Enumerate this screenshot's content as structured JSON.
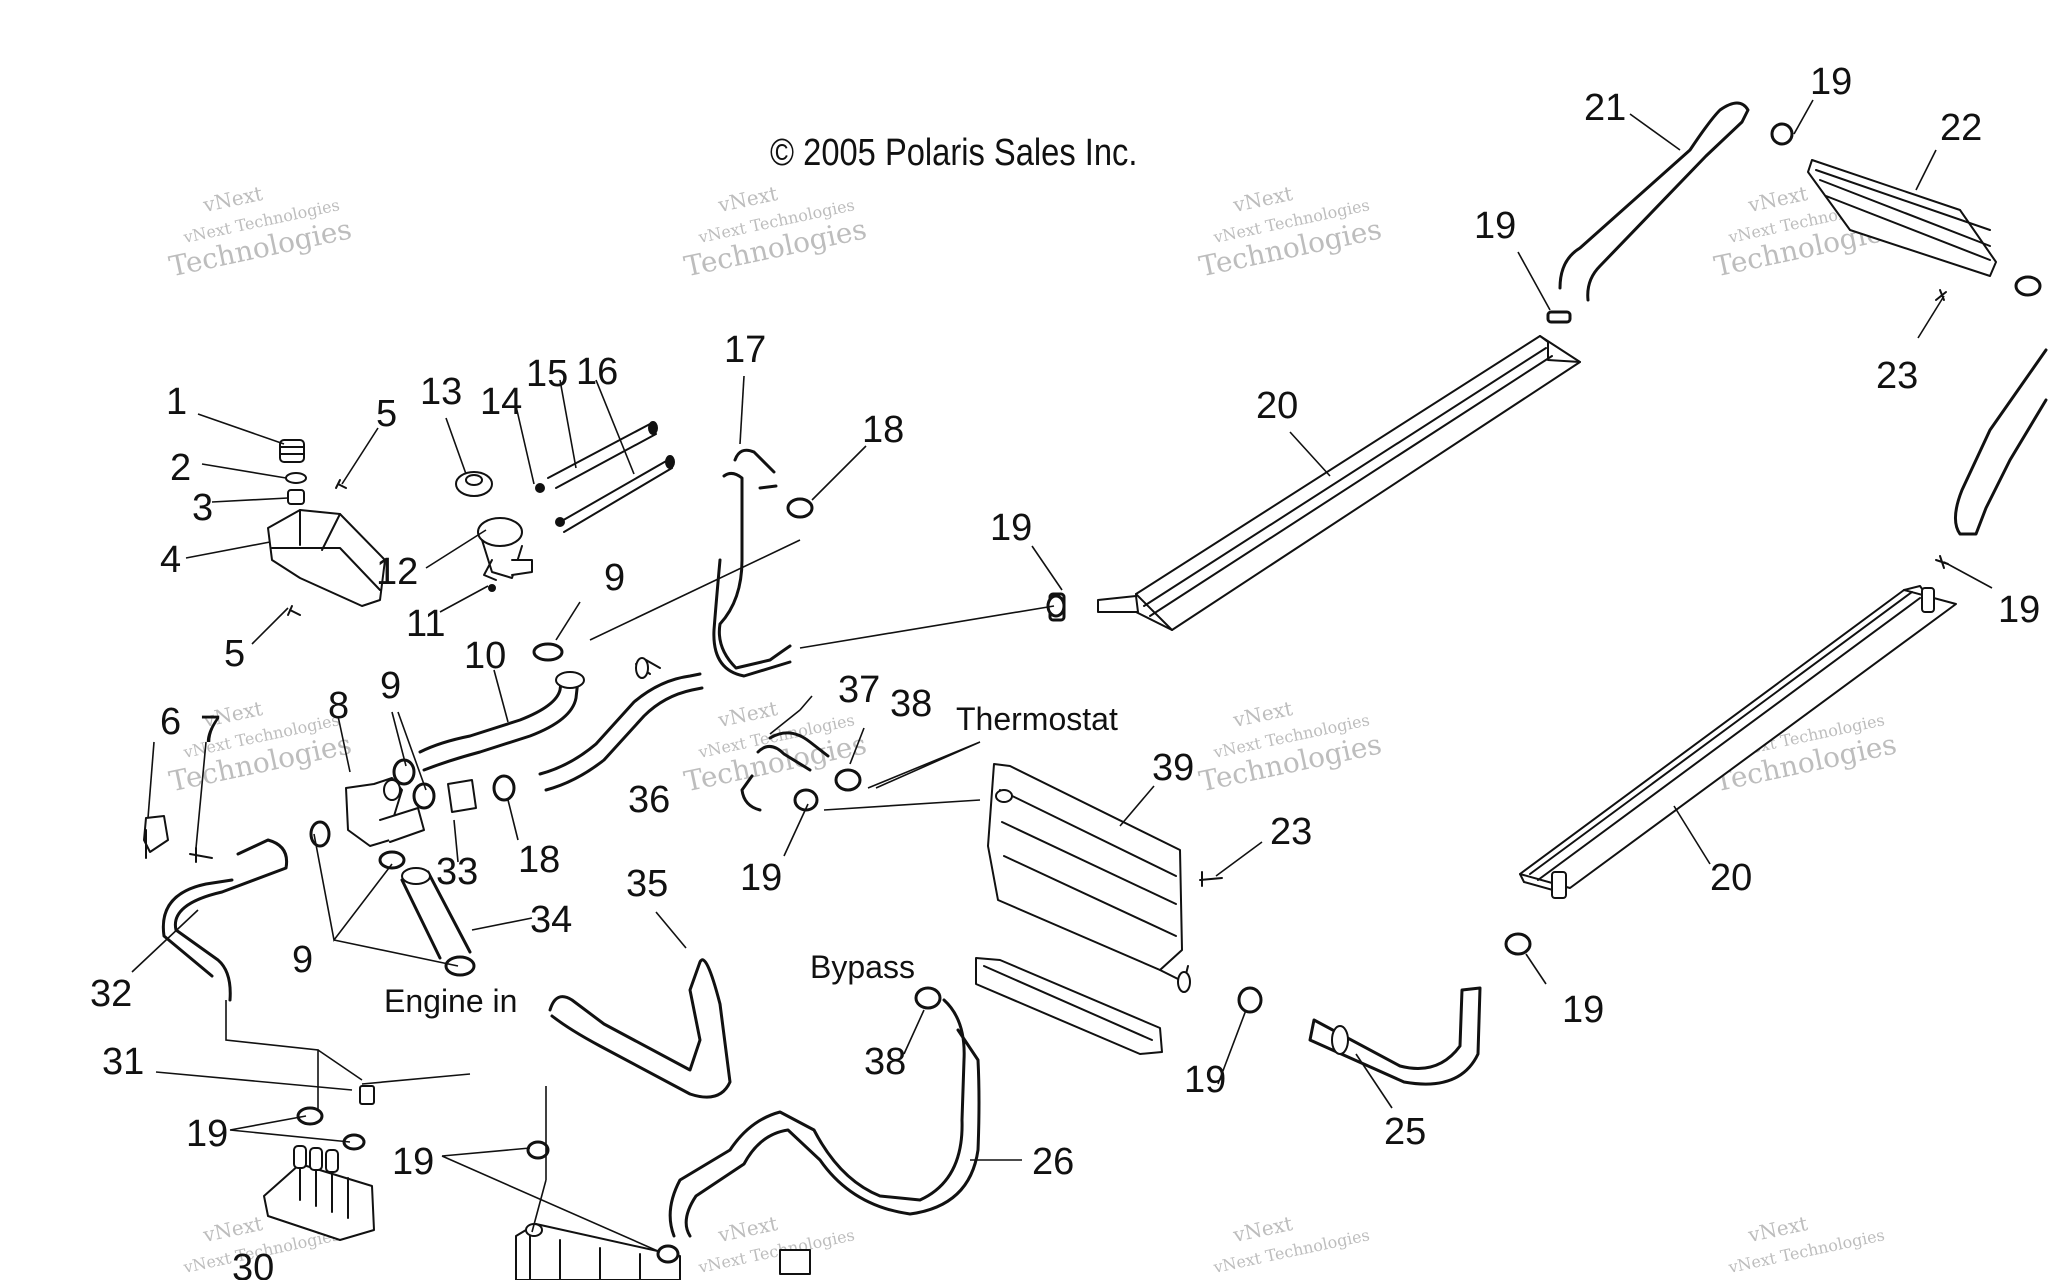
{
  "copyright": "© 2005 Polaris Sales Inc.",
  "watermark": {
    "line1": "vNext Technologies",
    "line2": "vNext",
    "line3": "Technologies"
  },
  "labels": {
    "thermostat": "Thermostat",
    "bypass": "Bypass",
    "engine_in": "Engine in"
  },
  "callouts": {
    "n1": "1",
    "n2": "2",
    "n3": "3",
    "n4": "4",
    "n5": "5",
    "n6": "6",
    "n7": "7",
    "n8": "8",
    "n9": "9",
    "n10": "10",
    "n11": "11",
    "n12": "12",
    "n13": "13",
    "n14": "14",
    "n15": "15",
    "n16": "16",
    "n17": "17",
    "n18": "18",
    "n19": "19",
    "n20": "20",
    "n21": "21",
    "n22": "22",
    "n23": "23",
    "n25": "25",
    "n26": "26",
    "n30": "30",
    "n31": "31",
    "n32": "32",
    "n33": "33",
    "n34": "34",
    "n35": "35",
    "n36": "36",
    "n37": "37",
    "n38": "38",
    "n39": "39"
  },
  "colors": {
    "ink": "#111111",
    "watermark": "#bdbdbd"
  }
}
